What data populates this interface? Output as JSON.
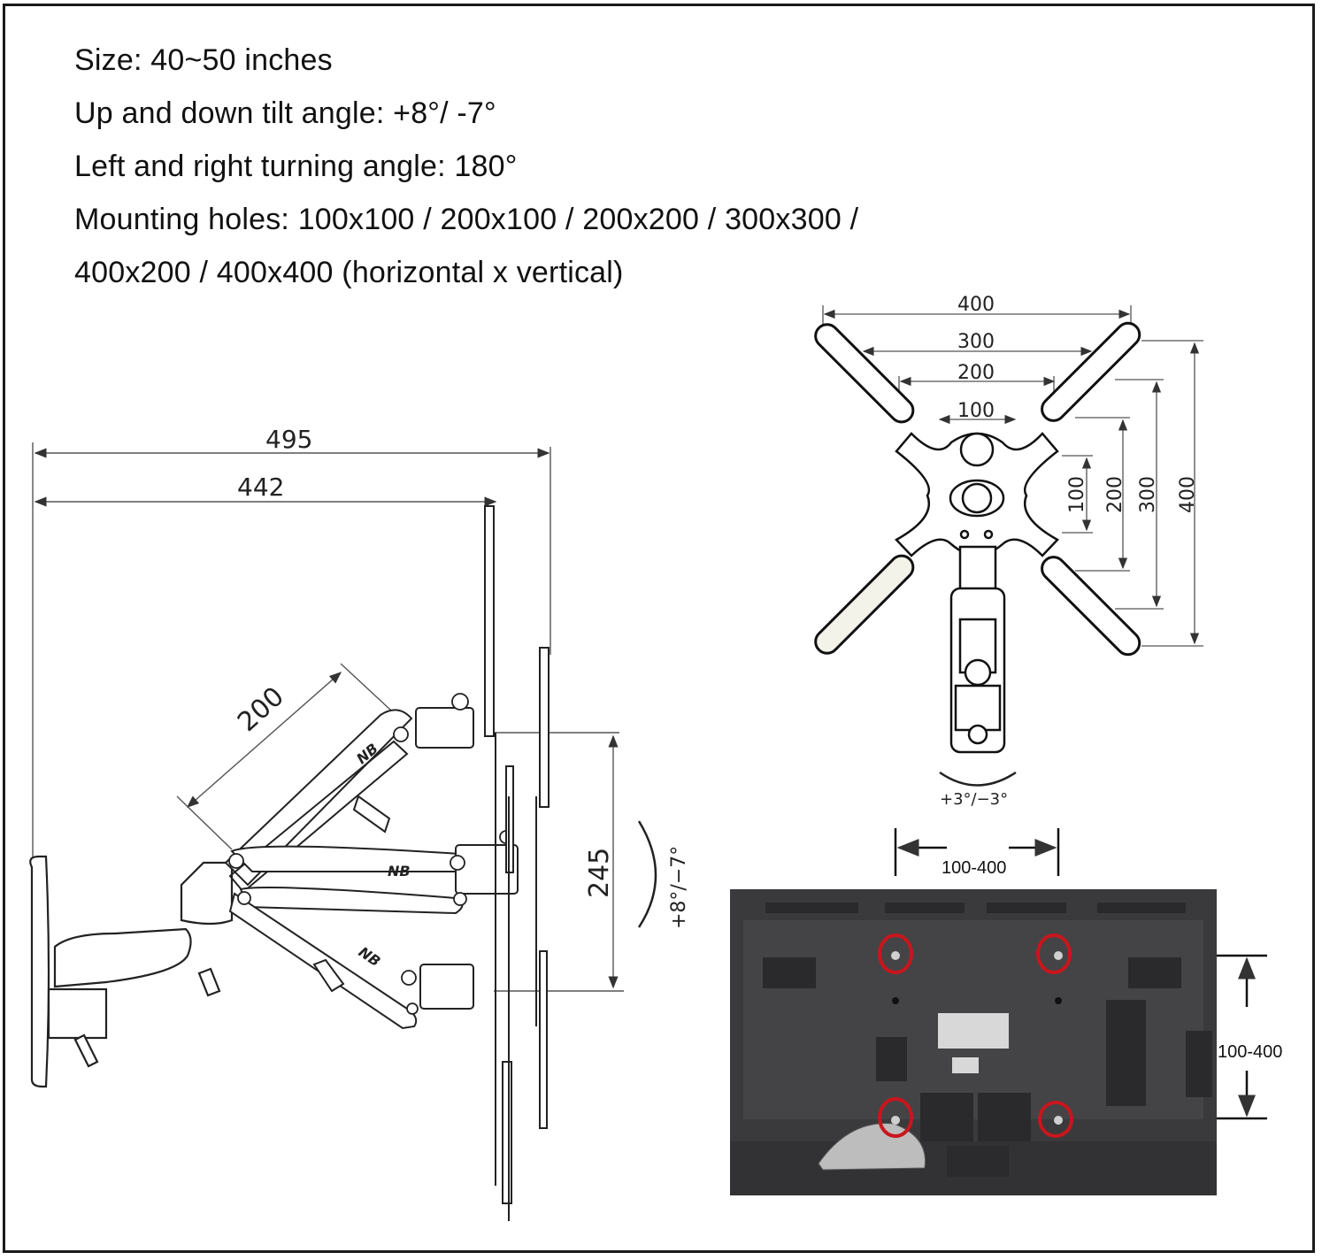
{
  "specs": {
    "size": "Size: 40~50 inches",
    "tilt": "Up and down tilt angle: +8°/ -7°",
    "turn": "Left and right turning angle: 180°",
    "holes_line1": "Mounting holes: 100x100 / 200x100 / 200x200 / 300x300 /",
    "holes_line2": "400x200 / 400x400 (horizontal x vertical)"
  },
  "side_view": {
    "dim_total_depth": "495",
    "dim_depth": "442",
    "dim_arm_length": "200",
    "dim_height_travel": "245",
    "tilt_range": "+8°/−7°"
  },
  "vesa_plate": {
    "horizontal_dims": [
      "400",
      "300",
      "200",
      "100"
    ],
    "vertical_dims": [
      "100",
      "200",
      "300",
      "400"
    ],
    "swivel_range": "+3°/−3°"
  },
  "tv_back": {
    "horizontal_range": "100-400",
    "vertical_range": "100-400",
    "highlight_color": "#c8161d",
    "panel_color": "#3a3a3c"
  }
}
